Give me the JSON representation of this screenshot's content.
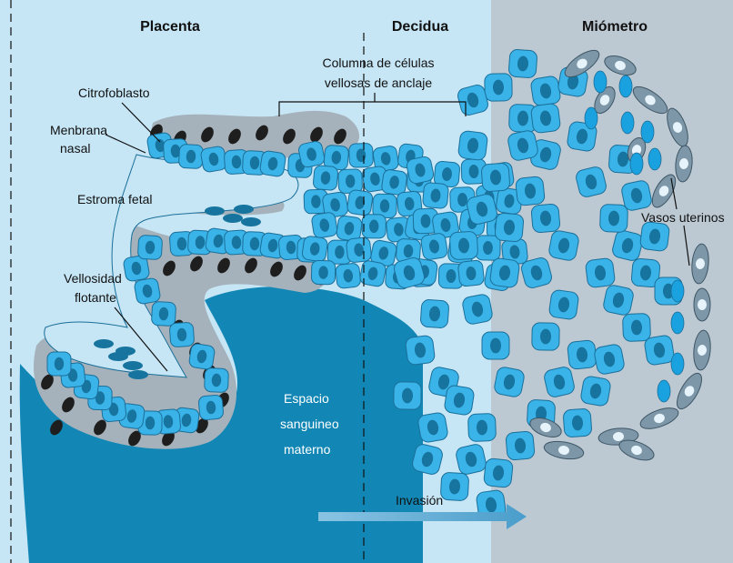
{
  "regions": {
    "placenta": "Placenta",
    "decidua": "Decidua",
    "miometro": "Miómetro"
  },
  "labels": {
    "citrofoblasto": "Citrofoblasto",
    "membrana_line1": "Menbrana",
    "membrana_line2": "nasal",
    "estroma": "Estroma fetal",
    "vellosidad_line1": "Vellosidad",
    "vellosidad_line2": "flotante",
    "columna_line1": "Columna de células",
    "columna_line2": "vellosas de anclaje",
    "vasos": "Vasos uterinos",
    "espacio_line1": "Espacio",
    "espacio_line2": "sanguineo",
    "espacio_line3": "materno",
    "invasion": "Invasión"
  },
  "colors": {
    "placenta_bg": "#c6e6f6",
    "decidua_bg": "#c6e6f6",
    "miometro_bg": "#bcc9d3",
    "maternal_blood": "#1287b5",
    "cell_fill": "#3ab3e8",
    "cell_nucleus": "#16749e",
    "cell_stroke": "#1b6f99",
    "gray_matrix": "#a6b2bb",
    "dark_nuclei": "#1e1e1e",
    "vessel_cell": "#7d97a8",
    "arrow": "#5fa8cf"
  }
}
